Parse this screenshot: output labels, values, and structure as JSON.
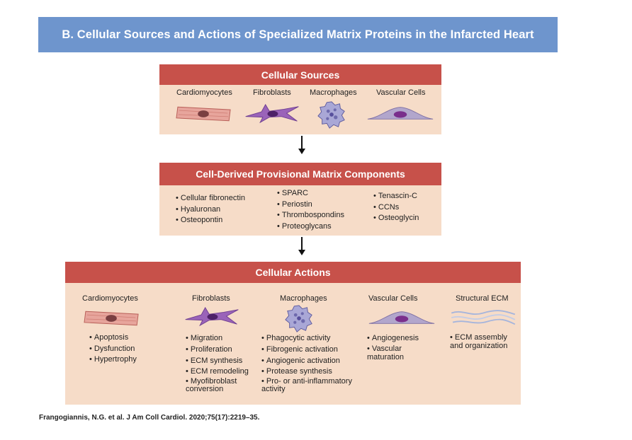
{
  "header": {
    "title": "B. Cellular Sources and Actions of Specialized Matrix Proteins in the Infarcted Heart"
  },
  "sources": {
    "title": "Cellular Sources",
    "cells": [
      "Cardiomyocytes",
      "Fibroblasts",
      "Macrophages",
      "Vascular Cells"
    ]
  },
  "components": {
    "title": "Cell-Derived Provisional Matrix Components",
    "col1": [
      "Cellular fibronectin",
      "Hyaluronan",
      "Osteopontin"
    ],
    "col2": [
      "SPARC",
      "Periostin",
      "Thrombospondins",
      "Proteoglycans"
    ],
    "col3": [
      "Tenascin-C",
      "CCNs",
      "Osteoglycin"
    ]
  },
  "actions": {
    "title": "Cellular Actions",
    "columns": [
      {
        "label": "Cardiomyocytes",
        "items": [
          "Apoptosis",
          "Dysfunction",
          "Hypertrophy"
        ]
      },
      {
        "label": "Fibroblasts",
        "items": [
          "Migration",
          "Proliferation",
          "ECM synthesis",
          "ECM remodeling",
          "Myofibroblast conversion"
        ]
      },
      {
        "label": "Macrophages",
        "items": [
          "Phagocytic activity",
          "Fibrogenic activation",
          "Angiogenic activation",
          "Protease synthesis",
          "Pro- or anti-inflammatory activity"
        ]
      },
      {
        "label": "Vascular Cells",
        "items": [
          "Angiogenesis",
          "Vascular maturation"
        ]
      },
      {
        "label": "Structural ECM",
        "items": [
          "ECM assembly and organization"
        ]
      }
    ]
  },
  "citation": "Frangogiannis, N.G. et al. J Am Coll Cardiol. 2020;75(17):2219–35.",
  "colors": {
    "banner": "#6e95cd",
    "panel_header": "#c7514a",
    "panel_body": "#f6dcc8",
    "cardiomyocyte": "#e7a59c",
    "fibroblast": "#9a63b9",
    "macrophage": "#a9a7d6",
    "vascular_cell": "#b2a6cc",
    "structural_ecm": "#a6b5dc"
  },
  "icons": [
    "cardiomyocyte-icon",
    "fibroblast-icon",
    "macrophage-icon",
    "vascular-cell-icon",
    "structural-ecm-icon",
    "down-arrow-icon"
  ]
}
